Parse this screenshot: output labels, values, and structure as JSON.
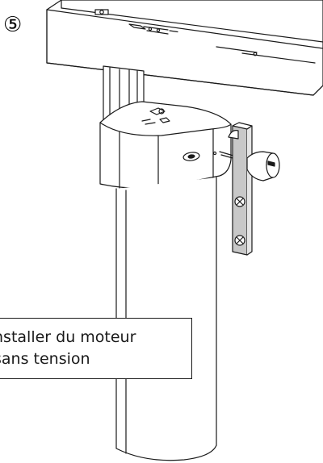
{
  "step": {
    "number": "⑤"
  },
  "callout": {
    "line1": "nstaller du moteur",
    "line2": "sans tension"
  },
  "colors": {
    "line": "#1a1a1a",
    "plate": "#c8c8c8",
    "plate_light": "#e6e6e6",
    "background": "#ffffff"
  }
}
